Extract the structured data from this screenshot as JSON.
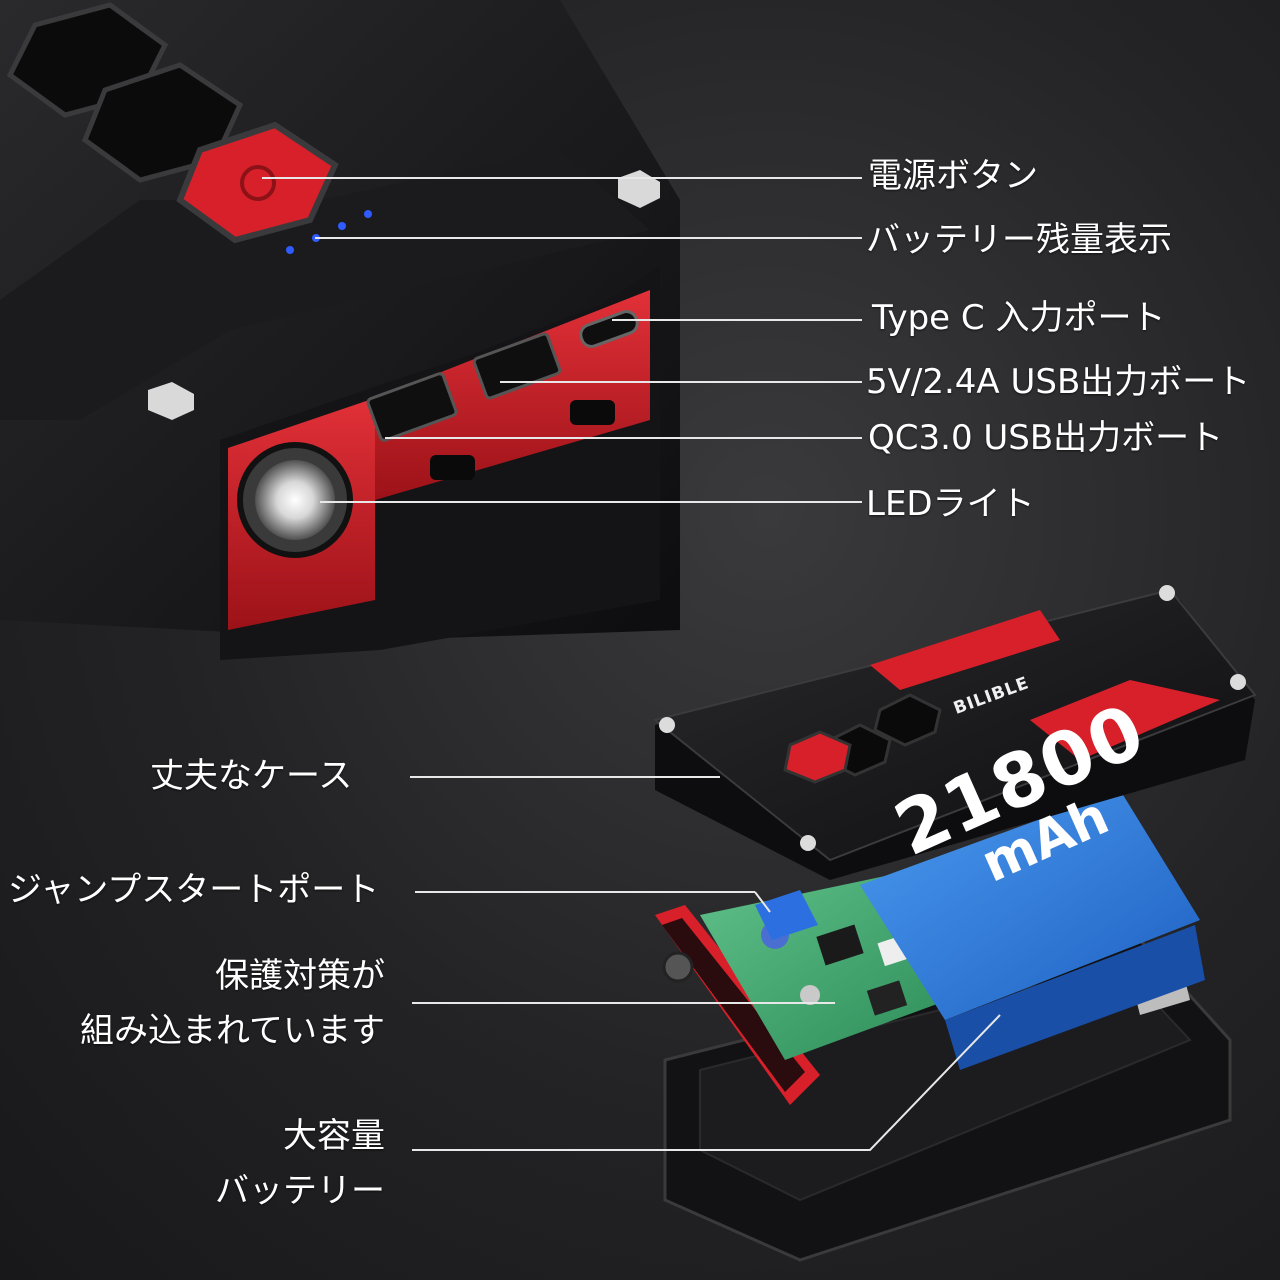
{
  "top_labels": {
    "power_button": "電源ボタン",
    "battery_indicator": "バッテリー残量表示",
    "type_c_port": "Type C 入力ポート",
    "usb_5v_port": "5V/2.4A USB出力ボート",
    "qc_port": "QC3.0 USB出力ボート",
    "led_light": "LEDライト"
  },
  "bottom_labels": {
    "case": "丈夫なケース",
    "jump_port": "ジャンプスタートポート",
    "protection_line1": "保護対策が",
    "protection_line2": "組み込まれています",
    "capacity_line1": "大容量",
    "capacity_line2": "バッテリー"
  },
  "battery": {
    "capacity_value": "21800",
    "capacity_unit": "mAh"
  },
  "brand": {
    "name": "BILIBLE"
  },
  "colors": {
    "accent_red": "#d8202a",
    "case_black": "#141416",
    "battery_blue": "#2c7fe0",
    "pcb_green": "#3aa56a",
    "led_blue": "#2f5bff",
    "label_line": "#e8e8e8"
  }
}
